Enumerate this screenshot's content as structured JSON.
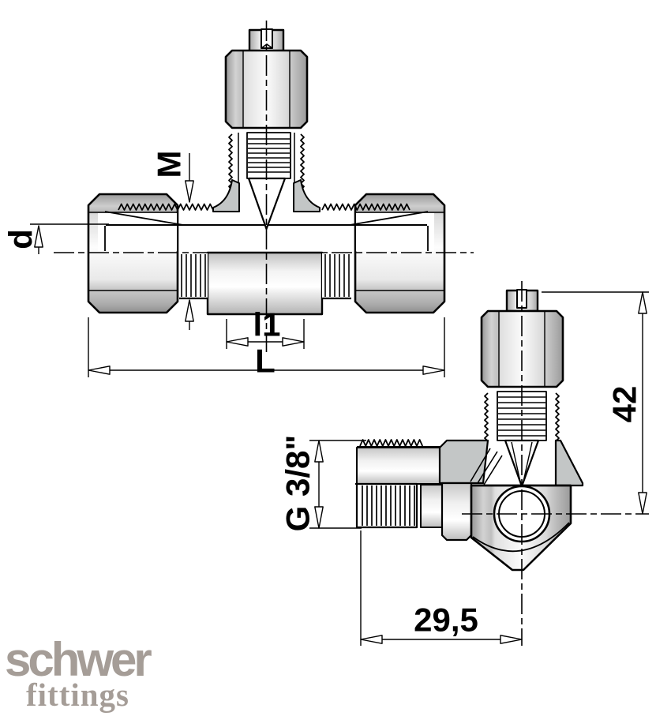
{
  "page": {
    "background": "#ffffff"
  },
  "front_view": {
    "labels": {
      "thread_size": "M",
      "tube_diameter": "d",
      "length_l1": "l1",
      "overall_length": "L"
    }
  },
  "side_view": {
    "labels": {
      "port_thread": "G 3/8\"",
      "overall_height": "42",
      "offset_depth": "29,5"
    }
  },
  "logo": {
    "name": "schwer",
    "tagline": "fittings",
    "color": "#a59d97"
  },
  "style": {
    "line_color": "#000000",
    "section_fill": "#c3c6c6",
    "metal_light": "#fdfdfd",
    "metal_dark": "#969696"
  }
}
